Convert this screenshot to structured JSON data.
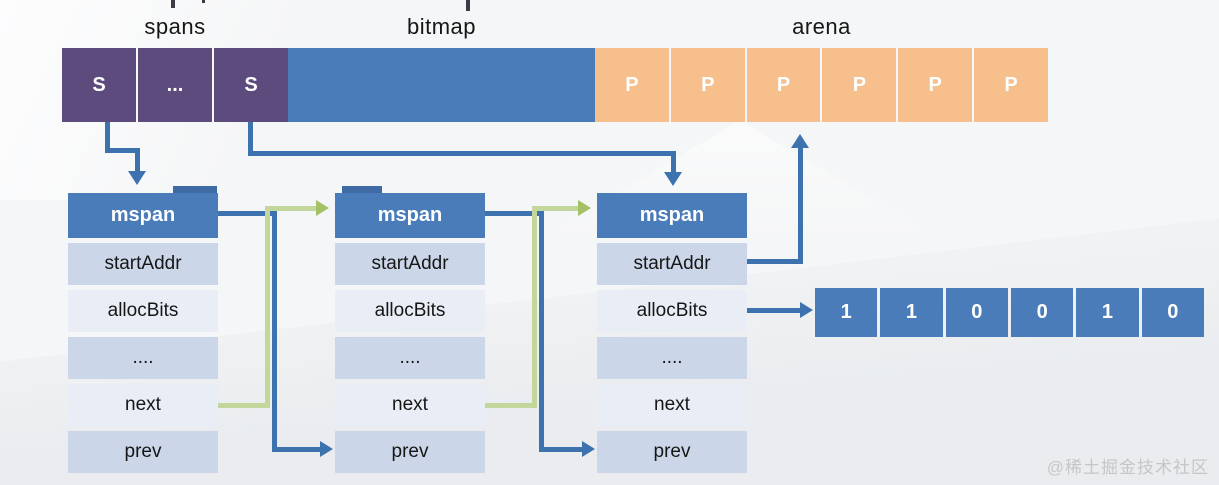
{
  "labels": {
    "spans": "spans",
    "bitmap": "bitmap",
    "arena": "arena"
  },
  "spans_cells": [
    "S",
    "...",
    "S"
  ],
  "arena_cells": [
    "P",
    "P",
    "P",
    "P",
    "P",
    "P"
  ],
  "tables": [
    {
      "header": "mspan",
      "rows": [
        "startAddr",
        "allocBits",
        "....",
        "next",
        "prev"
      ]
    },
    {
      "header": "mspan",
      "rows": [
        "startAddr",
        "allocBits",
        "....",
        "next",
        "prev"
      ]
    },
    {
      "header": "mspan",
      "rows": [
        "startAddr",
        "allocBits",
        "....",
        "next",
        "prev"
      ]
    }
  ],
  "bit_array": [
    "1",
    "1",
    "0",
    "0",
    "1",
    "0"
  ],
  "watermark": "@稀土掘金技术社区",
  "colors": {
    "span_purple": "#5c4b7c",
    "bitmap_blue": "#4a7cba",
    "arena_orange": "#f6bf8b",
    "table_header_blue": "#4a7cba",
    "row_light_blue": "#cbd7e9",
    "row_pale_blue": "#e9eef6",
    "arrow_blue": "#3c72ae",
    "arrow_green": "#c3d69b",
    "bit_cell_blue": "#4a7cba",
    "watermark_gray": "#c6c6c6"
  }
}
